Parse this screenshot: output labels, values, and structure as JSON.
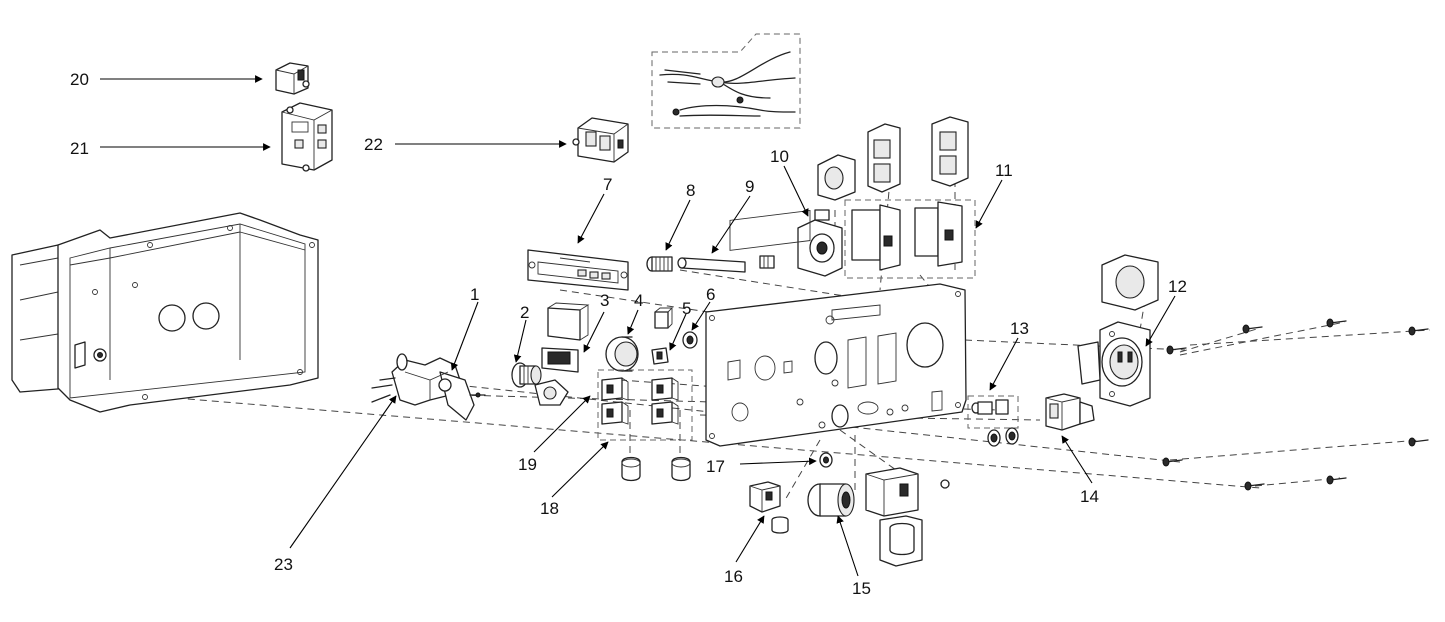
{
  "labels": [
    "1",
    "2",
    "3",
    "4",
    "5",
    "6",
    "7",
    "8",
    "9",
    "10",
    "11",
    "12",
    "13",
    "14",
    "15",
    "16",
    "17",
    "18",
    "19",
    "20",
    "21",
    "22",
    "23"
  ],
  "colors": {
    "line": "#222222",
    "background": "#ffffff"
  }
}
